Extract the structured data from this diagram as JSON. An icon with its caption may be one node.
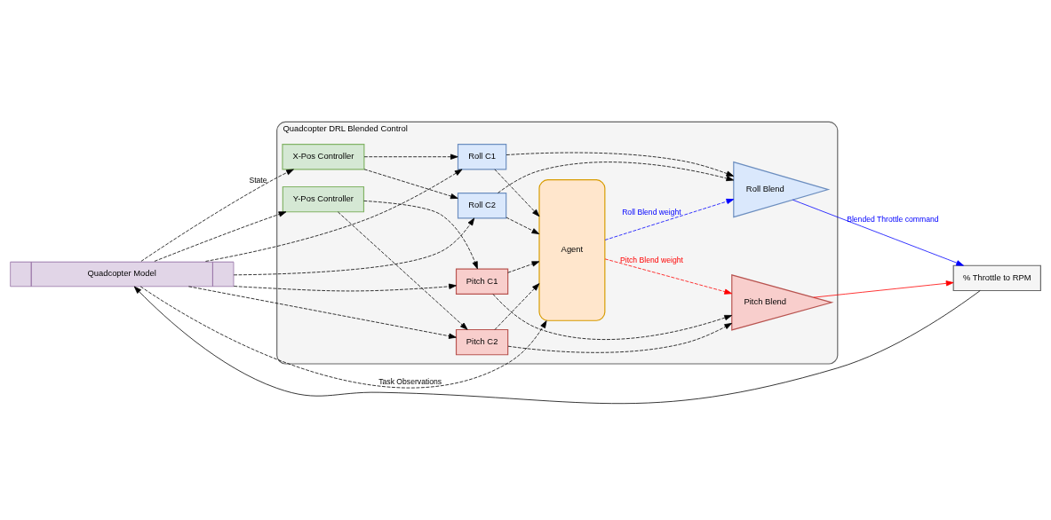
{
  "diagram": {
    "nodes": [
      {
        "text": [
          "Quadcopter DRL Blended Control"
        ]
      },
      {
        "text": [
          "X-Pos Controller"
        ],
        "in": 0
      },
      {
        "text": [
          "Y-Pos Controller"
        ],
        "in": 0
      },
      {
        "text": [
          "Roll C1"
        ],
        "in": 0
      },
      {
        "text": [
          "Roll C2"
        ],
        "in": 0
      },
      {
        "text": [
          "Pitch C1"
        ],
        "in": 0
      },
      {
        "text": [
          "Pitch C2"
        ],
        "in": 0
      },
      {
        "text": [
          "Agent"
        ],
        "in": 0
      },
      {
        "text": [
          "Roll Blend"
        ],
        "in": 0
      },
      {
        "text": [
          "Pitch Blend"
        ],
        "in": 0
      },
      {
        "text": [
          "Quadcopter Model"
        ]
      },
      {
        "text": [
          "% Throttle to RPM"
        ]
      }
    ],
    "edges": [
      {
        "from": 10,
        "to": 1,
        "arrow": "to",
        "label": "State",
        "style": "dashed"
      },
      {
        "from": 10,
        "to": 2,
        "arrow": "to",
        "style": "dashed"
      },
      {
        "from": 10,
        "to": 7,
        "arrow": "to",
        "label": "Task Observations",
        "style": "dashed"
      },
      {
        "from": 10,
        "to": 3,
        "arrow": "to",
        "style": "dashed"
      },
      {
        "from": 10,
        "to": 4,
        "arrow": "to",
        "style": "dashed"
      },
      {
        "from": 10,
        "to": 5,
        "arrow": "to",
        "style": "dashed"
      },
      {
        "from": 10,
        "to": 6,
        "arrow": "to",
        "style": "dashed"
      },
      {
        "from": 1,
        "to": 3,
        "arrow": "to",
        "style": "dashed"
      },
      {
        "from": 1,
        "to": 4,
        "arrow": "to",
        "style": "dashed"
      },
      {
        "from": 2,
        "to": 5,
        "arrow": "to",
        "style": "dashed"
      },
      {
        "from": 2,
        "to": 6,
        "arrow": "to",
        "style": "dashed"
      },
      {
        "from": 3,
        "to": 8,
        "arrow": "to",
        "style": "dashed"
      },
      {
        "from": 3,
        "to": 7,
        "arrow": "to",
        "style": "dashed"
      },
      {
        "from": 4,
        "to": 8,
        "arrow": "to",
        "style": "dashed"
      },
      {
        "from": 4,
        "to": 7,
        "arrow": "to",
        "style": "dashed"
      },
      {
        "from": 5,
        "to": 7,
        "arrow": "to",
        "style": "dashed"
      },
      {
        "from": 5,
        "to": 9,
        "arrow": "to",
        "style": "dashed"
      },
      {
        "from": 6,
        "to": 7,
        "arrow": "to",
        "style": "dashed"
      },
      {
        "from": 6,
        "to": 9,
        "arrow": "to",
        "style": "dashed"
      },
      {
        "from": 7,
        "to": 8,
        "arrow": "to",
        "label": "Roll Blend weight",
        "style": "dashed",
        "color": "#0000ff"
      },
      {
        "from": 7,
        "to": 9,
        "arrow": "to",
        "label": "Pitch Blend weight",
        "style": "dashed",
        "color": "#ff0000"
      },
      {
        "from": 8,
        "to": 11,
        "arrow": "to",
        "label": "Blended Throttle command",
        "color": "#0000ff"
      },
      {
        "from": 9,
        "to": 11,
        "arrow": "to",
        "color": "#ff0000"
      },
      {
        "from": 11,
        "to": 10,
        "arrow": "to"
      }
    ]
  }
}
